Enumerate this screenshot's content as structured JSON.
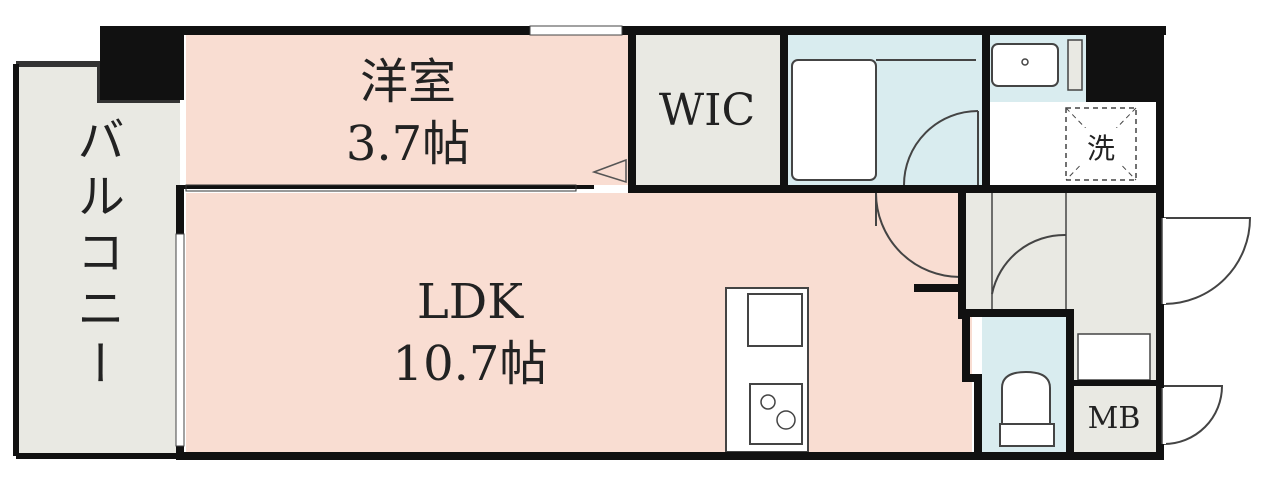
{
  "balcony": {
    "label": "バルコニー"
  },
  "western_room": {
    "name": "洋室",
    "area": "3.7帖"
  },
  "wic": {
    "label": "WIC"
  },
  "ldk": {
    "name": "LDK",
    "area": "10.7帖"
  },
  "laundry": {
    "label": "洗"
  },
  "mb": {
    "label": "MB"
  },
  "colors": {
    "room_fill": "#f9ddd2",
    "balcony_fill": "#e9e9e3",
    "storage_fill": "#e9e9e3",
    "wet_area_fill": "#d9ecef",
    "wall": "#111111"
  }
}
